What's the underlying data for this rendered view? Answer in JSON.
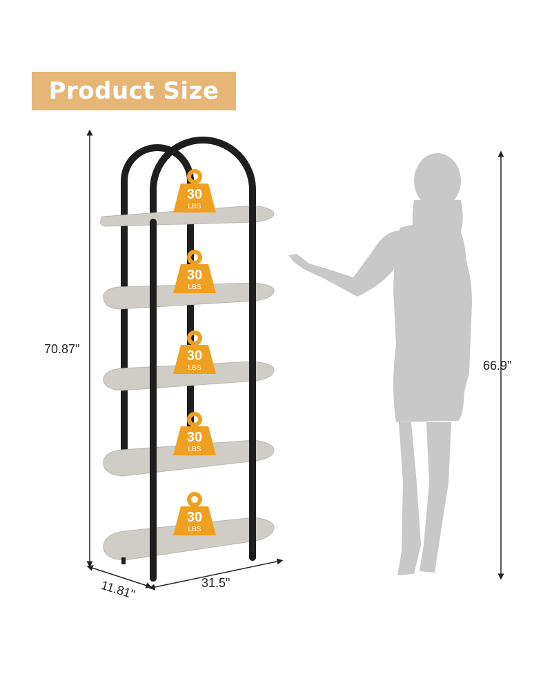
{
  "header": {
    "title": "Product Size"
  },
  "dimensions": {
    "height_shelf": "70.87\"",
    "height_person": "66.9\"",
    "depth": "11.81\"",
    "width": "31.5\""
  },
  "weight_badge": {
    "value": "30",
    "unit": "LBS"
  },
  "colors": {
    "badge_bg": "#e6b677",
    "weight_orange": "#f0a020",
    "frame": "#1e1e1e",
    "wood": "#cfcdc6",
    "silhouette": "#c8c8c8"
  }
}
